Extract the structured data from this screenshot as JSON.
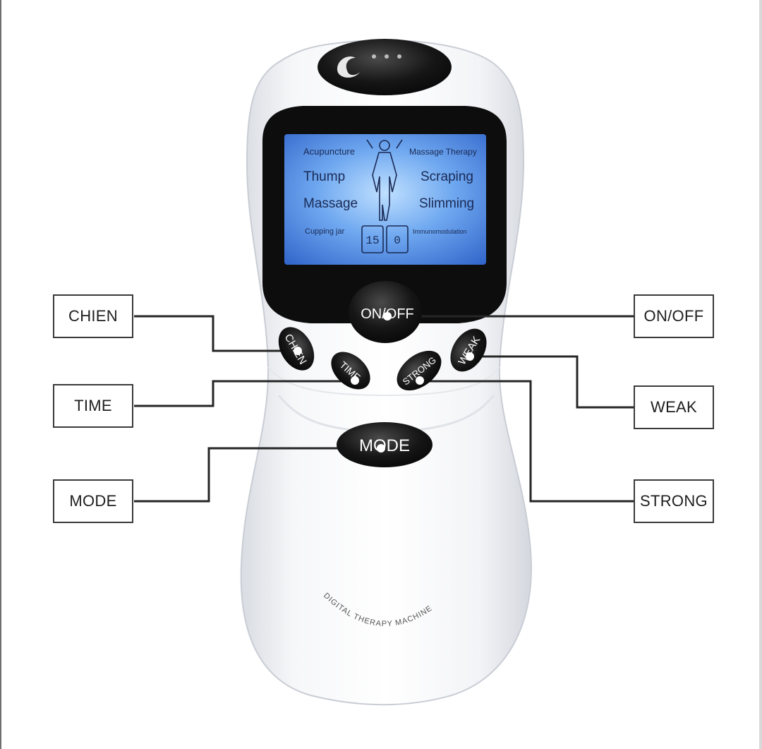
{
  "device": {
    "screen": {
      "left_modes": [
        "Acupuncture",
        "Thump",
        "Massage",
        "Cupping jar"
      ],
      "right_modes": [
        "Massage Therapy",
        "Scraping",
        "Slimming",
        "Immunomodulation"
      ],
      "intensity_value": "15",
      "time_value": "0"
    },
    "buttons": {
      "on_off": "ON/OFF",
      "chien": "CHIEN",
      "time": "TIME",
      "strong": "STRONG",
      "weak": "WEAK",
      "mode": "MODE"
    },
    "engraving": "DIGITAL THERAPY MACHINE"
  },
  "callouts": {
    "chien": "CHIEN",
    "time": "TIME",
    "mode": "MODE",
    "on_off": "ON/OFF",
    "weak": "WEAK",
    "strong": "STRONG"
  },
  "colors": {
    "lcd_blue": "#3f7fe0",
    "lcd_glow": "#a9d2ff",
    "device_white": "#f4f5f7",
    "button_black": "#151515"
  }
}
